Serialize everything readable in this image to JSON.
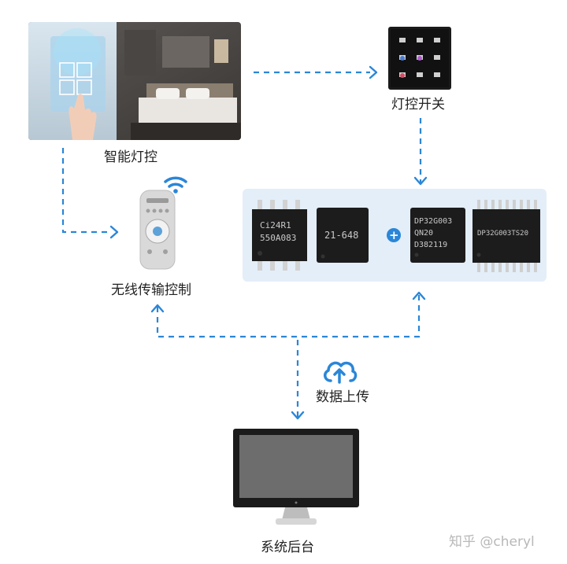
{
  "nodes": {
    "smart_light": "智能灯控",
    "light_switch": "灯控开关",
    "wireless": "无线传输控制",
    "data_upload": "数据上传",
    "backend": "系统后台"
  },
  "chips": {
    "chip1": {
      "line1": "Ci24R1",
      "line2": "550A083"
    },
    "chip2": {
      "line1": "21-648"
    },
    "chip3": {
      "line1": "DP32G003",
      "line2": "QN20",
      "line3": "D382119"
    },
    "chip4": {
      "line1": "DP32G003TS20"
    }
  },
  "plus_symbol": "+",
  "watermark": "知乎 @cheryl",
  "colors": {
    "arrow": "#2a86d8",
    "panel": "#e3eef9",
    "chip": "#1c1c1c"
  },
  "icons": [
    "hand-touch-panel-photo",
    "switch-panel-icon",
    "remote-control-icon",
    "wifi-signal-icon",
    "cloud-upload-icon",
    "monitor-icon"
  ]
}
